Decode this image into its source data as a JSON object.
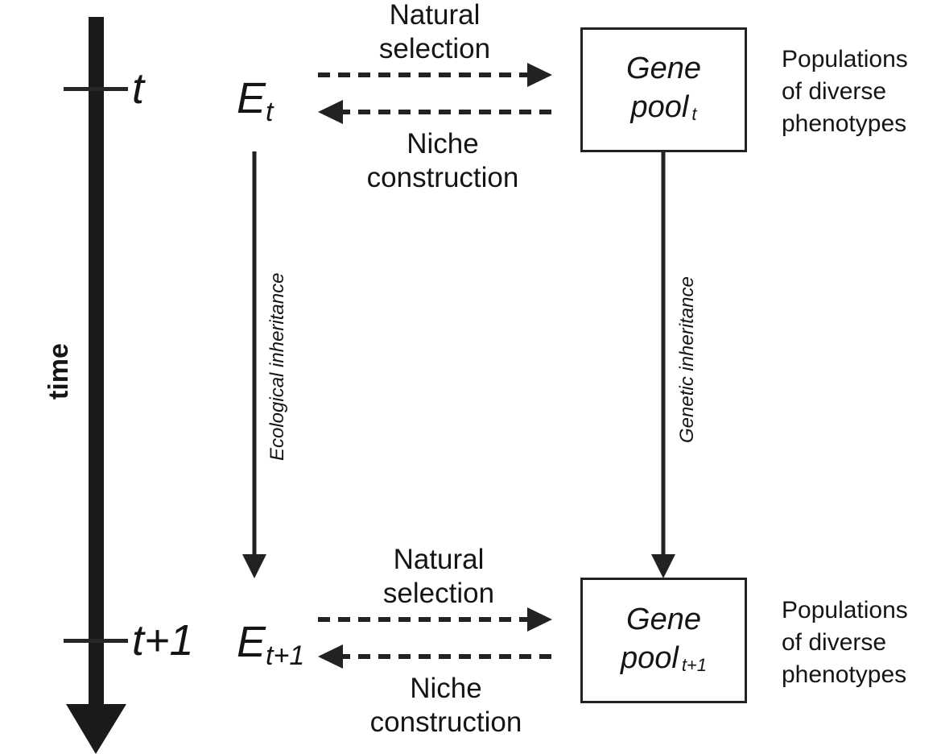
{
  "timeline": {
    "axis_label": "time",
    "ticks": [
      {
        "label": "t"
      },
      {
        "label": "t+1"
      }
    ]
  },
  "generations": [
    {
      "environment": {
        "symbol": "E",
        "subscript": "t"
      },
      "forward_arrow_label": [
        "Natural",
        "selection"
      ],
      "backward_arrow_label": [
        "Niche",
        "construction"
      ],
      "gene_pool": {
        "line1": "Gene",
        "line2": "pool",
        "subscript": "t"
      },
      "description": [
        "Populations",
        "of diverse",
        "phenotypes"
      ]
    },
    {
      "environment": {
        "symbol": "E",
        "subscript": "t+1"
      },
      "forward_arrow_label": [
        "Natural",
        "selection"
      ],
      "backward_arrow_label": [
        "Niche",
        "construction"
      ],
      "gene_pool": {
        "line1": "Gene",
        "line2": "pool",
        "subscript": "t+1"
      },
      "description": [
        "Populations",
        "of diverse",
        "phenotypes"
      ]
    }
  ],
  "inheritance": {
    "ecological": "Ecological inheritance",
    "genetic": "Genetic inheritance"
  },
  "colors": {
    "stroke": "#222222",
    "timeline": "#1a1a1a",
    "text": "#151515"
  }
}
